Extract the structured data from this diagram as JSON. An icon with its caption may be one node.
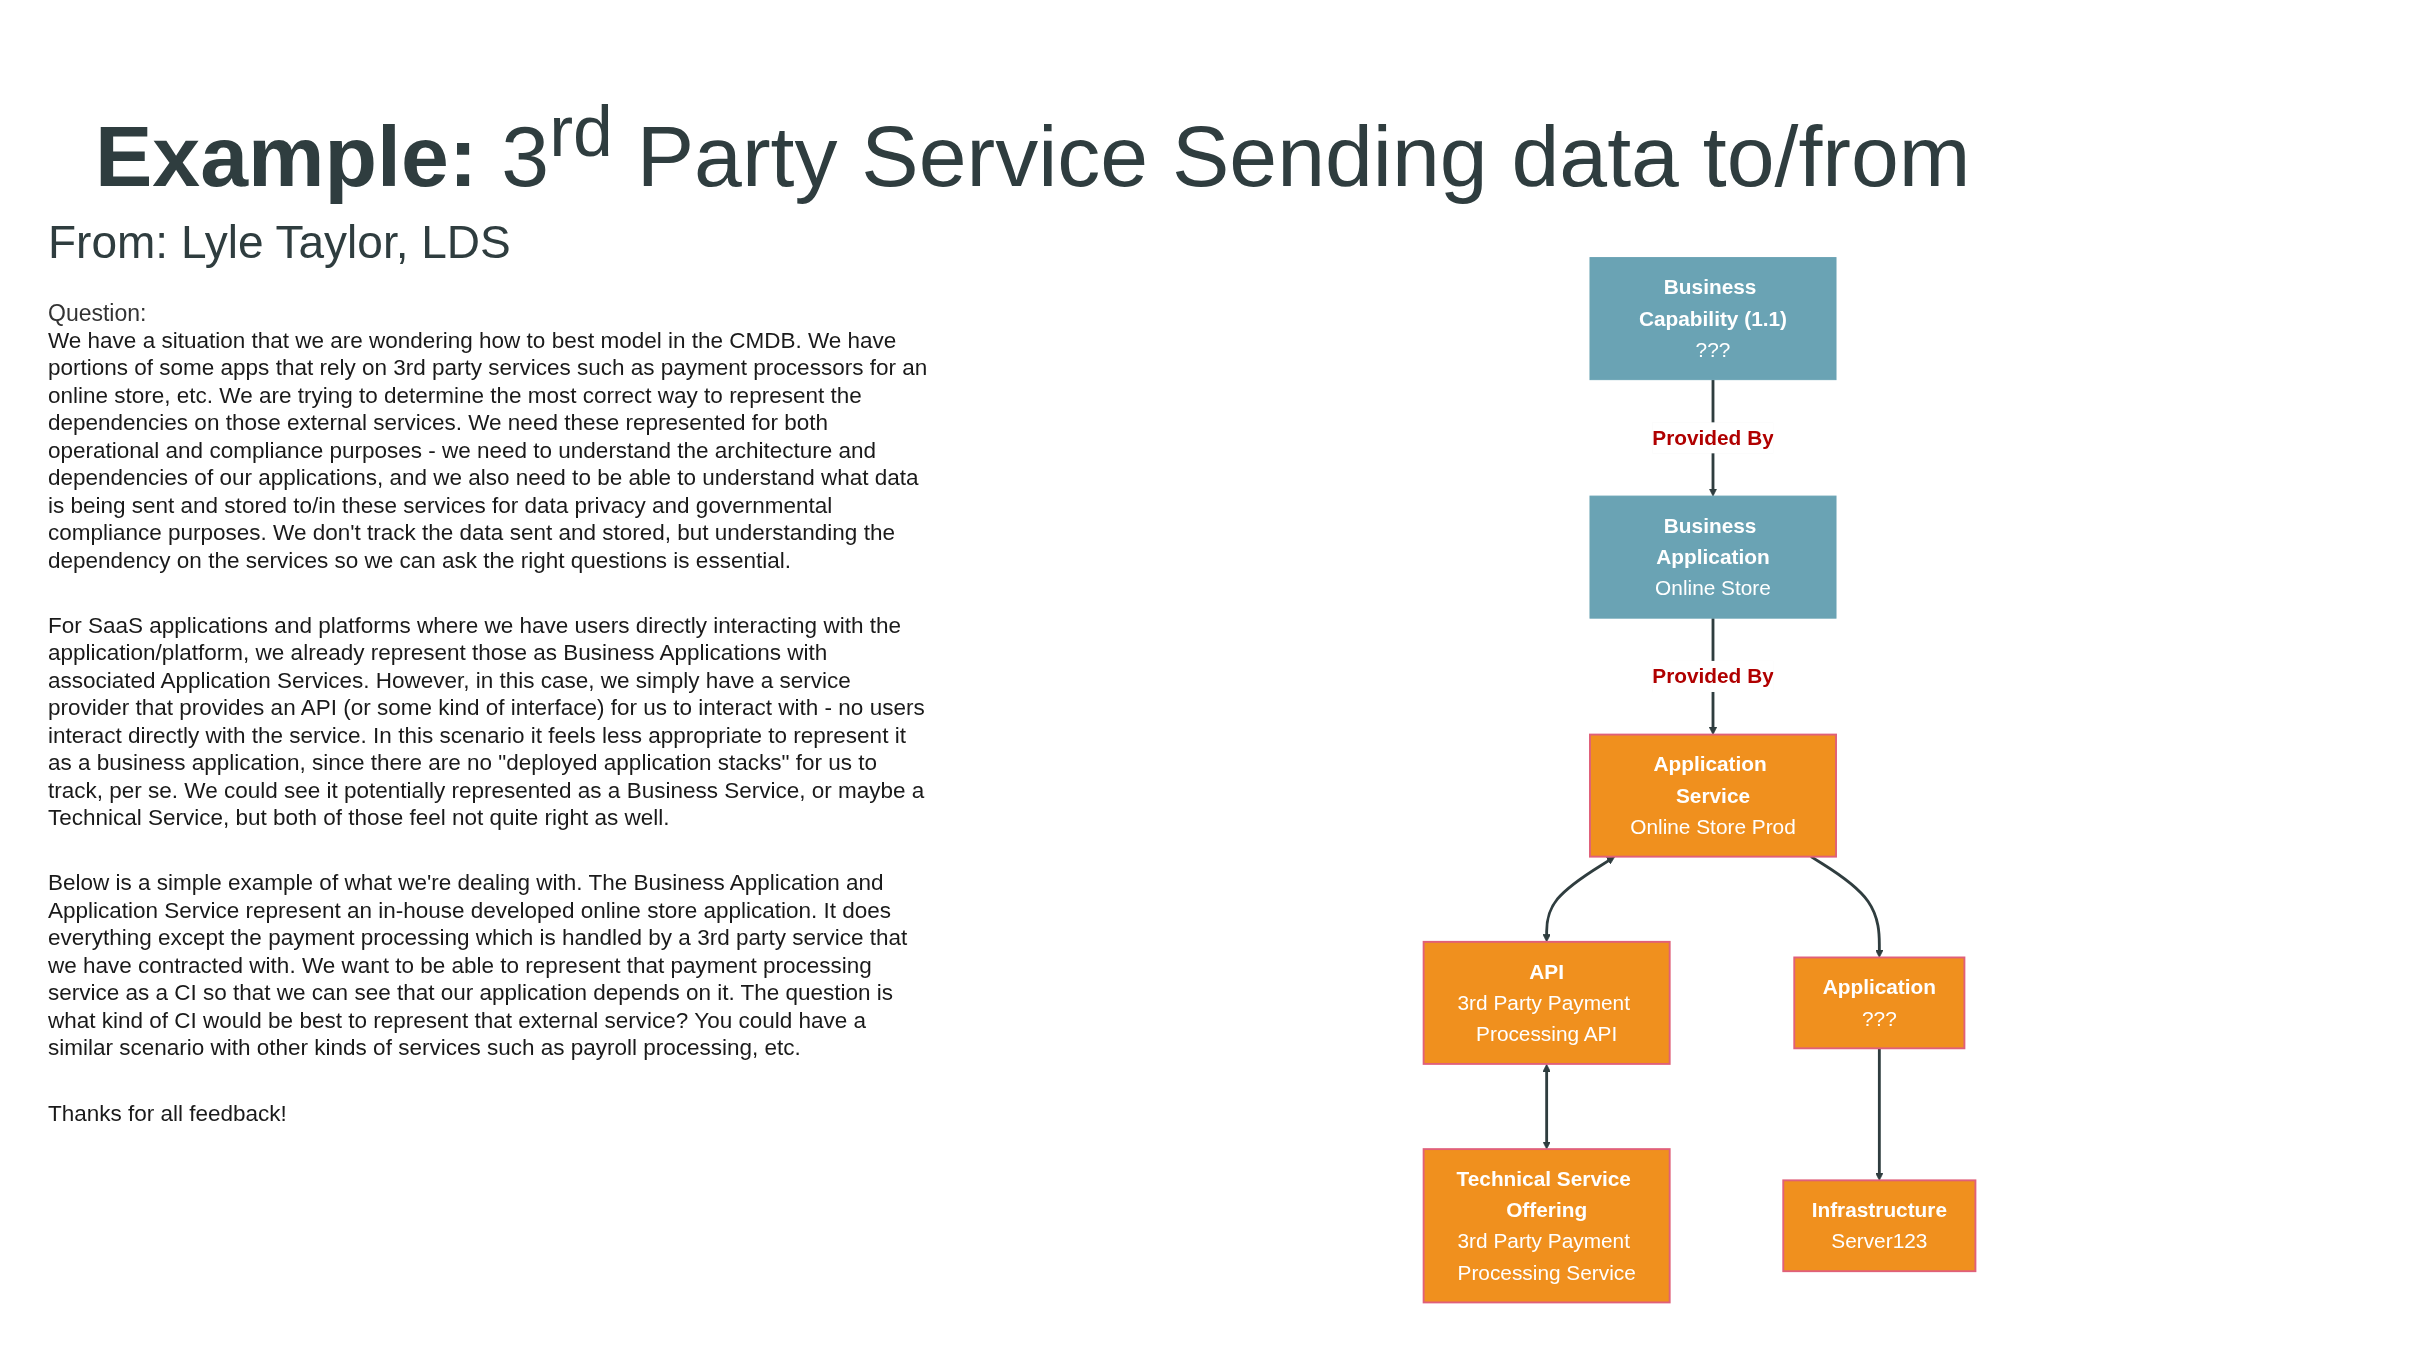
{
  "diagram": {
    "title": "**Example:** 3$^{rd}$ Party Service Sending data to/from",
    "nodes": [
      {
        "text": [
          "Business Capability (1.1)",
          "???"
        ]
      },
      {
        "text": [
          "Business Application",
          "Online Store"
        ]
      },
      {
        "text": [
          "Application Service",
          "Online Store Prod"
        ]
      },
      {
        "text": [
          "API",
          "3rd Party Payment Processing API"
        ]
      },
      {
        "text": [
          "Technical Service Offering",
          "3rd Party Payment Processing Service"
        ]
      },
      {
        "text": [
          "Application",
          "???"
        ]
      },
      {
        "text": [
          "Infrastructure",
          "Server123"
        ]
      }
    ],
    "edges": [
      {
        "from": 0,
        "to": 1,
        "arrow": "to",
        "label": "Provided By"
      },
      {
        "from": 1,
        "to": 2,
        "arrow": "to",
        "label": "Provided By"
      },
      {
        "from": 2,
        "to": 3,
        "arrow": "both"
      },
      {
        "from": 3,
        "to": 4,
        "arrow": "both"
      },
      {
        "from": 2,
        "to": 5,
        "arrow": "to"
      },
      {
        "from": 5,
        "to": 6,
        "arrow": "to"
      }
    ],
    "labels": [
      "From: Lyle Taylor, LDS",
      "Question:",
      "We have a situation that we are wondering how to best model in the CMDB. We have portions of some apps that rely on 3rd party services such as payment processors for an online store, etc. We are trying to determine the most correct way to represent the dependencies on those external services. We need these represented for both operational and compliance purposes - we need to understand the architecture and dependencies of our applications, and we also need to be able to understand what data is being sent and stored to/in these services for data privacy and governmental compliance purposes. We don't track the data sent and stored, but understanding the dependency on the services so we can ask the right questions is essential.",
      "For SaaS applications and platforms where we have users directly interacting with the application/platform, we already represent those as Business Applications with associated Application Services. However, in this case, we simply have a service provider that provides an API (or some kind of interface) for us to interact with - no users interact directly with the service. In this scenario it feels less appropriate to represent it as a business application, since there are no \"deployed application stacks\" for us to track, per se. We could see it potentially represented as a Business Service, or maybe a Technical Service, but both of those feel not quite right as well.",
      "Below is a simple example of what we're dealing with. The Business Application and Application Service represent an in-house developed online store application. It does everything except the payment processing which is handled by a 3rd party service that we have contracted with. We want to be able to represent that payment processing service as a CI so that we can see that our application depends on it. The question is what kind of CI would be best to represent that external service? You could have a similar scenario with other kinds of services such as payroll processing, etc.",
      "Thanks for all feedback!"
    ]
  }
}
